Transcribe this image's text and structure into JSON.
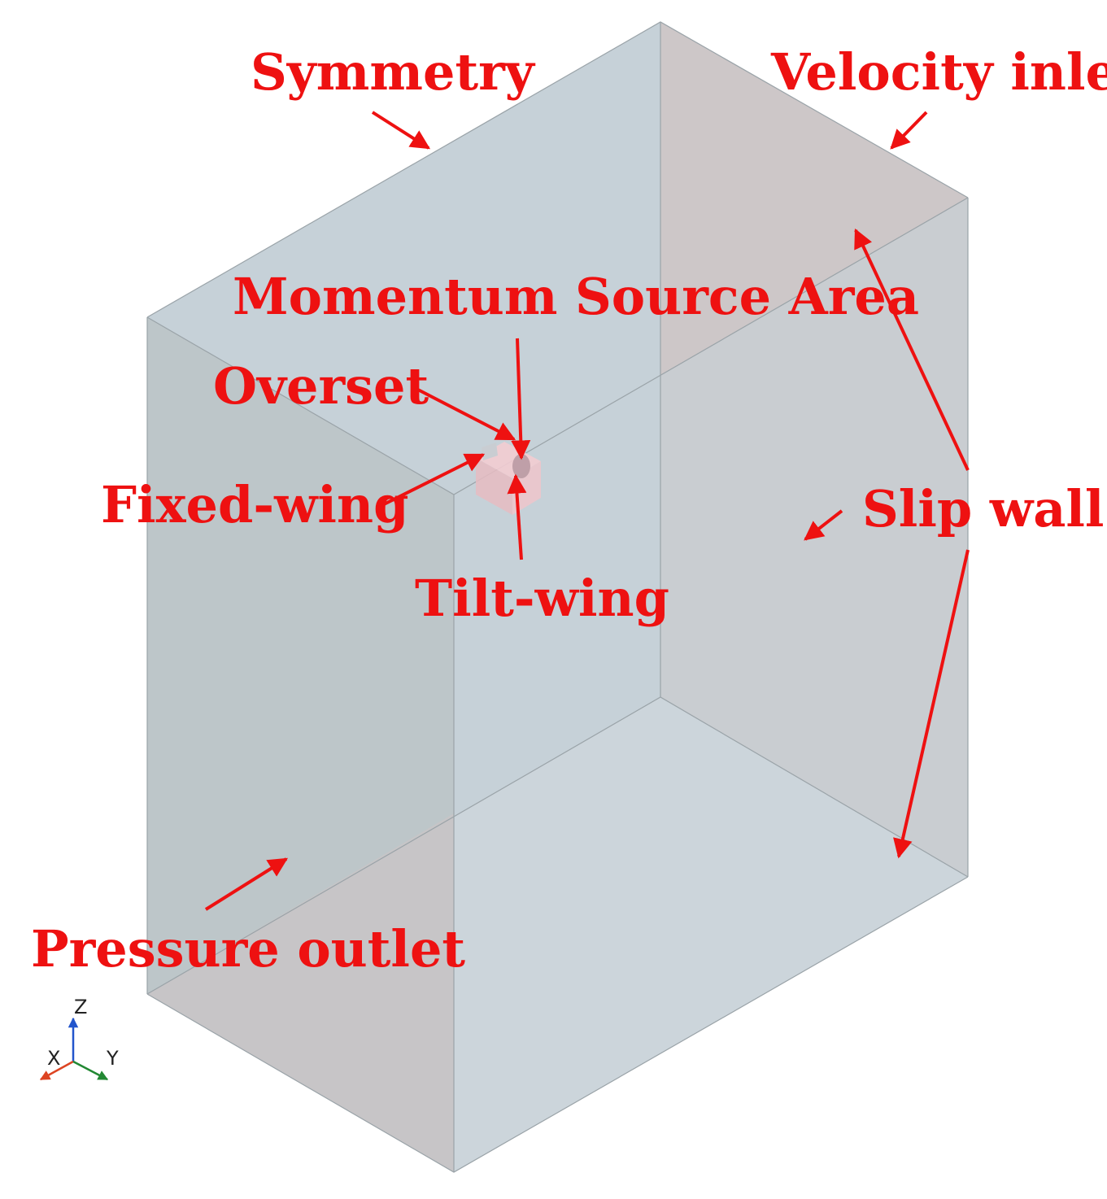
{
  "labels": {
    "symmetry": "Symmetry",
    "velocity_inlet": "Velocity inlet",
    "momentum_source_area": "Momentum Source Area",
    "overset": "Overset",
    "fixed_wing": "Fixed-wing",
    "tilt_wing": "Tilt-wing",
    "slip_wall": "Slip wall",
    "pressure_outlet": "Pressure outlet"
  },
  "axes": {
    "z": "Z",
    "x": "X",
    "y": "Y"
  },
  "colors": {
    "label": "#ee1111",
    "face_blue": "#c3d0d8",
    "face_mauve": "#cdc7c7",
    "overset_box": "#efc2c8",
    "axis_z": "#2255cc",
    "axis_x": "#dd4422",
    "axis_y": "#228833"
  }
}
